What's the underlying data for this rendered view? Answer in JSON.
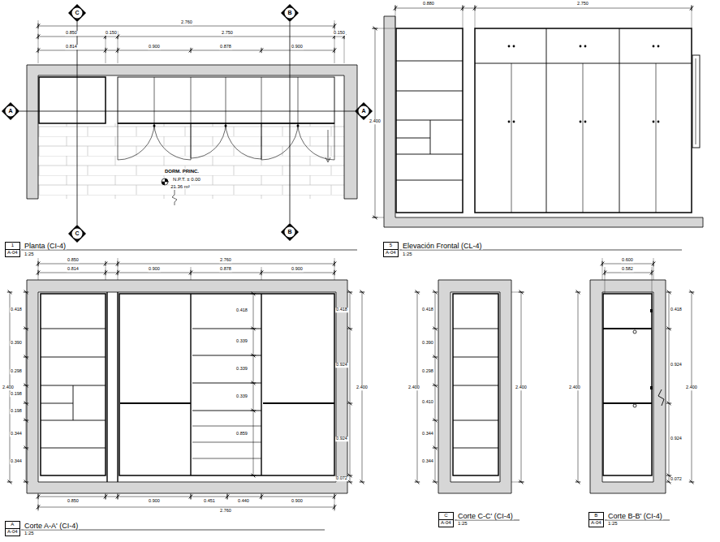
{
  "diagram": {
    "nodes": [
      {
        "text": [
          "C"
        ]
      },
      {
        "text": [
          "B"
        ]
      },
      {
        "text": [
          "A"
        ]
      },
      {
        "text": [
          "A"
        ]
      },
      {
        "text": [
          "C"
        ]
      },
      {
        "text": [
          "B"
        ]
      },
      {
        "text": [
          "1",
          "A-04"
        ]
      },
      {
        "text": [
          "5",
          "A-04"
        ]
      },
      {
        "text": [
          "A",
          "A-04"
        ]
      },
      {
        "text": [
          "C",
          "A-04"
        ]
      },
      {
        "text": [
          "B",
          "A-04"
        ]
      }
    ],
    "edges": [
      {
        "from": 0,
        "to": 4,
        "arrow": "none"
      },
      {
        "from": 1,
        "to": 5,
        "arrow": "none"
      },
      {
        "from": 2,
        "to": 3,
        "arrow": "none"
      }
    ],
    "labels": [
      "2.760",
      "0.850",
      "0.150",
      "2.750",
      "0.150",
      "0.814",
      "0.900",
      "0.878",
      "0.900",
      "DORM. PRINC.",
      "N.P.T. ± 0.00",
      "21.36 m²",
      "Planta (CI-4)",
      "1:25",
      "0.880",
      "2.750",
      "2.400",
      "Elevación Frontal (CL-4)",
      "1:25",
      "0.850",
      "2.760",
      "0.814",
      "0.900",
      "0.878",
      "0.900",
      "0.418",
      "0.390",
      "0.298",
      "0.198",
      "0.198",
      "0.344",
      "0.344",
      "2.400",
      "0.418",
      "0.339",
      "0.339",
      "0.339",
      "0.859",
      "0.418",
      "0.924",
      "0.924",
      "0.072",
      "2.400",
      "0.850",
      "0.900",
      "0.451",
      "0.440",
      "0.900",
      "2.760",
      "Corte A-A' (CI-4)",
      "1:25",
      "0.418",
      "0.390",
      "0.298",
      "0.410",
      "0.344",
      "0.344",
      "2.400",
      "2.400",
      "Corte C-C' (CI-4)",
      "1:25",
      "0.600",
      "0.582",
      "0.418",
      "0.924",
      "0.924",
      "0.072",
      "2.400",
      "2.400",
      "Corte B-B' (CI-4)",
      "1:25"
    ]
  }
}
